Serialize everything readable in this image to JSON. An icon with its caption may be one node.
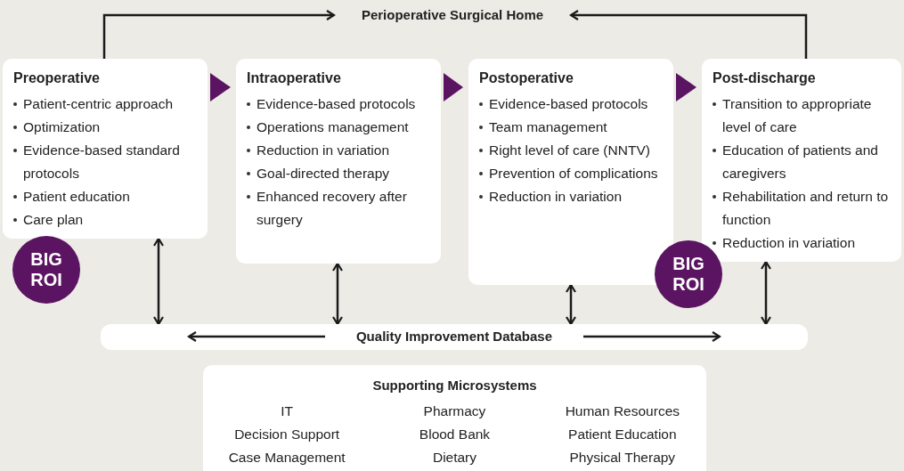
{
  "diagram": {
    "nodes": [
      {
        "text": [
          "Perioperative Surgical Home"
        ]
      },
      {
        "text": [
          "Preoperative",
          "Patient-centric approach",
          "Optimization",
          "Evidence-based standard protocols",
          "Patient education",
          "Care plan"
        ]
      },
      {
        "text": [
          "Intraoperative",
          "Evidence-based protocols",
          "Operations management",
          "Reduction in variation",
          "Goal-directed therapy",
          "Enhanced recovery after surgery"
        ]
      },
      {
        "text": [
          "Postoperative",
          "Evidence-based protocols",
          "Team management",
          "Right level of care (NNTV)",
          "Prevention of complications",
          "Reduction in variation"
        ]
      },
      {
        "text": [
          "Post-discharge",
          "Transition to appropriate level of care",
          "Education of patients and caregivers",
          "Rehabilitation and return to function",
          "Reduction in variation"
        ]
      },
      {
        "text": [
          "BIG ROI"
        ]
      },
      {
        "text": [
          "BIG ROI"
        ]
      },
      {
        "text": [
          "Quality Improvement Database"
        ]
      },
      {
        "text": [
          "Supporting Microsystems",
          "IT",
          "Pharmacy",
          "Human Resources",
          "Decision Support",
          "Blood Bank",
          "Patient Education",
          "Case Management",
          "Dietary",
          "Physical Therapy"
        ]
      }
    ],
    "edges": [
      {
        "from": 1,
        "to": 0,
        "arrow": "to"
      },
      {
        "from": 4,
        "to": 0,
        "arrow": "to"
      },
      {
        "from": 1,
        "to": 2,
        "arrow": "to",
        "color": "#5b1461"
      },
      {
        "from": 2,
        "to": 3,
        "arrow": "to",
        "color": "#5b1461"
      },
      {
        "from": 3,
        "to": 4,
        "arrow": "to",
        "color": "#5b1461"
      },
      {
        "from": 1,
        "to": 7,
        "arrow": "both"
      },
      {
        "from": 2,
        "to": 7,
        "arrow": "both"
      },
      {
        "from": 3,
        "to": 7,
        "arrow": "both"
      },
      {
        "from": 4,
        "to": 7,
        "arrow": "both"
      }
    ]
  }
}
